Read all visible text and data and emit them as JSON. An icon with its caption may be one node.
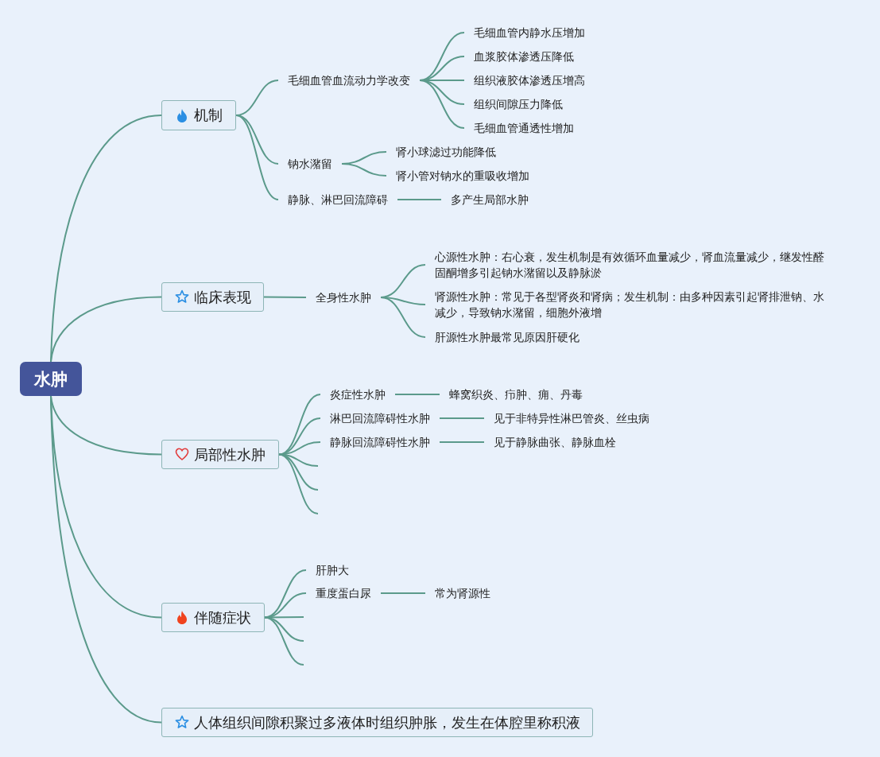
{
  "diagram": {
    "nodes": [
      {
        "text": [
          "水肿"
        ]
      },
      {
        "text": [
          "机制"
        ]
      },
      {
        "text": [
          "毛细血管血流动力学改变"
        ]
      },
      {
        "text": [
          "毛细血管内静水压增加"
        ]
      },
      {
        "text": [
          "血浆胶体渗透压降低"
        ]
      },
      {
        "text": [
          "组织液胶体渗透压增高"
        ]
      },
      {
        "text": [
          "组织间隙压力降低"
        ]
      },
      {
        "text": [
          "毛细血管通透性增加"
        ]
      },
      {
        "text": [
          "钠水潴留"
        ]
      },
      {
        "text": [
          "肾小球滤过功能降低"
        ]
      },
      {
        "text": [
          "肾小管对钠水的重吸收增加"
        ]
      },
      {
        "text": [
          "静脉、淋巴回流障碍"
        ]
      },
      {
        "text": [
          "多产生局部水肿"
        ]
      },
      {
        "text": [
          "临床表现"
        ]
      },
      {
        "text": [
          "全身性水肿"
        ]
      },
      {
        "text": [
          "心源性水肿：右心衰，发生机制是有效循环血量减少，肾血流量减少，继发性醛固酮增多引起钠水潴留以及静脉淤"
        ]
      },
      {
        "text": [
          "肾源性水肿：常见于各型肾炎和肾病；发生机制：由多种因素引起肾排泄钠、水减少，导致钠水潴留，细胞外液增"
        ]
      },
      {
        "text": [
          "肝源性水肿最常见原因肝硬化"
        ]
      },
      {
        "text": [
          "局部性水肿"
        ]
      },
      {
        "text": [
          "炎症性水肿"
        ]
      },
      {
        "text": [
          "蜂窝织炎、疖肿、痈、丹毒"
        ]
      },
      {
        "text": [
          "淋巴回流障碍性水肿"
        ]
      },
      {
        "text": [
          "见于非特异性淋巴管炎、丝虫病"
        ]
      },
      {
        "text": [
          "静脉回流障碍性水肿"
        ]
      },
      {
        "text": [
          "见于静脉曲张、静脉血栓"
        ]
      },
      {
        "text": [
          "伴随症状"
        ]
      },
      {
        "text": [
          "肝肿大"
        ]
      },
      {
        "text": [
          "重度蛋白尿"
        ]
      },
      {
        "text": [
          "常为肾源性"
        ]
      },
      {
        "text": [
          "人体组织间隙积聚过多液体时组织肿胀，发生在体腔里称积液"
        ]
      }
    ],
    "edges": [
      {
        "from": 0,
        "to": 1,
        "arrow": "none"
      },
      {
        "from": 0,
        "to": 13,
        "arrow": "none"
      },
      {
        "from": 0,
        "to": 18,
        "arrow": "none"
      },
      {
        "from": 0,
        "to": 25,
        "arrow": "none"
      },
      {
        "from": 0,
        "to": 29,
        "arrow": "none"
      },
      {
        "from": 1,
        "to": 2,
        "arrow": "none"
      },
      {
        "from": 2,
        "to": 3,
        "arrow": "none"
      },
      {
        "from": 2,
        "to": 4,
        "arrow": "none"
      },
      {
        "from": 2,
        "to": 5,
        "arrow": "none"
      },
      {
        "from": 2,
        "to": 6,
        "arrow": "none"
      },
      {
        "from": 2,
        "to": 7,
        "arrow": "none"
      },
      {
        "from": 1,
        "to": 8,
        "arrow": "none"
      },
      {
        "from": 8,
        "to": 9,
        "arrow": "none"
      },
      {
        "from": 8,
        "to": 10,
        "arrow": "none"
      },
      {
        "from": 1,
        "to": 11,
        "arrow": "none"
      },
      {
        "from": 11,
        "to": 12,
        "arrow": "none"
      },
      {
        "from": 13,
        "to": 14,
        "arrow": "none"
      },
      {
        "from": 14,
        "to": 15,
        "arrow": "none"
      },
      {
        "from": 14,
        "to": 16,
        "arrow": "none"
      },
      {
        "from": 14,
        "to": 17,
        "arrow": "none"
      },
      {
        "from": 18,
        "to": 19,
        "arrow": "none"
      },
      {
        "from": 19,
        "to": 20,
        "arrow": "none"
      },
      {
        "from": 18,
        "to": 21,
        "arrow": "none"
      },
      {
        "from": 21,
        "to": 22,
        "arrow": "none"
      },
      {
        "from": 18,
        "to": 23,
        "arrow": "none"
      },
      {
        "from": 23,
        "to": 24,
        "arrow": "none"
      },
      {
        "from": 18,
        "to": null,
        "arrow": "none"
      },
      {
        "from": 18,
        "to": null,
        "arrow": "none"
      },
      {
        "from": 18,
        "to": null,
        "arrow": "none"
      },
      {
        "from": 25,
        "to": 26,
        "arrow": "none"
      },
      {
        "from": 25,
        "to": 27,
        "arrow": "none"
      },
      {
        "from": 27,
        "to": 28,
        "arrow": "none"
      },
      {
        "from": 25,
        "to": null,
        "arrow": "none"
      },
      {
        "from": 25,
        "to": null,
        "arrow": "none"
      },
      {
        "from": 25,
        "to": null,
        "arrow": "none"
      }
    ]
  }
}
